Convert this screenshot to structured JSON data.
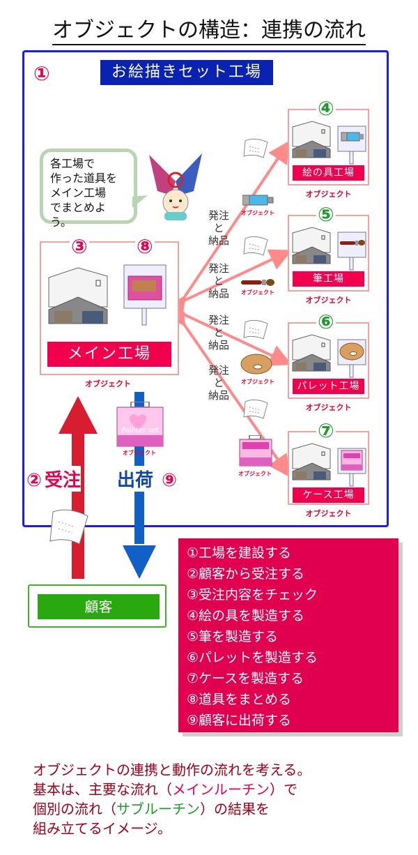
{
  "title": "オブジェクトの構造：連携の流れ",
  "system": {
    "number": "①",
    "name": "お絵描きセット工場"
  },
  "bubble": {
    "lines": [
      "各工場で",
      "作った道具を",
      "メイン工場",
      "でまとめよう。"
    ]
  },
  "main_factory": {
    "number_building": "③",
    "number_sign": "⑧",
    "label": "メイン工場",
    "object_label": "オブジェクト"
  },
  "sub_factories": [
    {
      "number": "④",
      "label": "絵の具工場",
      "object_label": "オブジェクト",
      "product": "paint-tube"
    },
    {
      "number": "⑤",
      "label": "筆工場",
      "object_label": "オブジェクト",
      "product": "brush"
    },
    {
      "number": "⑥",
      "label": "パレット工場",
      "object_label": "オブジェクト",
      "product": "palette"
    },
    {
      "number": "⑦",
      "label": "ケース工場",
      "object_label": "オブジェクト",
      "product": "case"
    }
  ],
  "flow_labels": [
    {
      "l1": "発注",
      "l2": "と",
      "l3": "納品"
    },
    {
      "l1": "発注",
      "l2": "と",
      "l3": "納品"
    },
    {
      "l1": "発注",
      "l2": "と",
      "l3": "納品"
    },
    {
      "l1": "発注",
      "l2": "と",
      "l3": "納品"
    }
  ],
  "products": [
    {
      "name": "paint-tube",
      "object_label": "オブジェクト"
    },
    {
      "name": "brush",
      "object_label": "オブジェクト"
    },
    {
      "name": "palette",
      "object_label": "オブジェクト"
    },
    {
      "name": "case",
      "object_label": "オブジェクト"
    }
  ],
  "painter_set": {
    "text": "Painter set",
    "object_label": "オブジェクト"
  },
  "order": {
    "number": "②",
    "label": "受注"
  },
  "shipping": {
    "label": "出荷",
    "number": "⑨"
  },
  "customer": {
    "label": "顧客"
  },
  "steps": [
    "①工場を建設する",
    "②顧客から受注する",
    "③受注内容をチェック",
    "④絵の具を製造する",
    "⑤筆を製造する",
    "⑥パレットを製造する",
    "⑦ケースを製造する",
    "⑧道具をまとめる",
    "⑨顧客に出荷する"
  ],
  "footer": {
    "line1": "オブジェクトの連携と動作の流れを考える。",
    "line2_a": "基本は、主要な流れ（",
    "line2_b": "メインルーチン",
    "line2_c": "）で",
    "line3_a": "個別の流れ（",
    "line3_b": "サブルーチン",
    "line3_c": "）の結果を",
    "line4": "組み立てるイメージ。"
  },
  "colors": {
    "accent_red": "#e8004a",
    "factory_label": "#f0004d",
    "system_blue": "#0a22b0",
    "border_blue": "#1a1aff",
    "sub_number_green": "#1f9a2a",
    "customer_green": "#2aa810",
    "order_arrow": "#d81e2e",
    "ship_arrow": "#1060c8",
    "flow_arrow": "#ff8a8a"
  }
}
